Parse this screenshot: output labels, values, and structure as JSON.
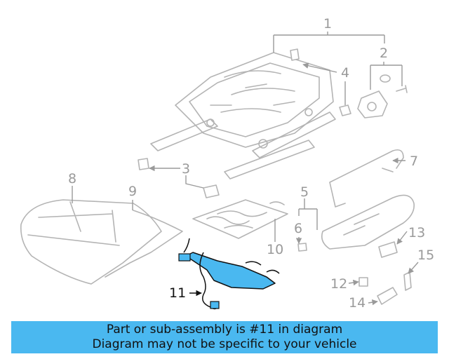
{
  "diagram": {
    "callouts": {
      "c1": "1",
      "c2": "2",
      "c3": "3",
      "c4": "4",
      "c5": "5",
      "c6": "6",
      "c7": "7",
      "c8": "8",
      "c9": "9",
      "c10": "10",
      "c11": "11",
      "c12": "12",
      "c13": "13",
      "c14": "14",
      "c15": "15"
    },
    "highlight_color": "#4ab8f0",
    "highlighted_part": "11"
  },
  "banner": {
    "line1": "Part or sub-assembly is #11 in diagram",
    "line2": "Diagram may not be specific to your vehicle",
    "background": "#4ab8f0"
  }
}
